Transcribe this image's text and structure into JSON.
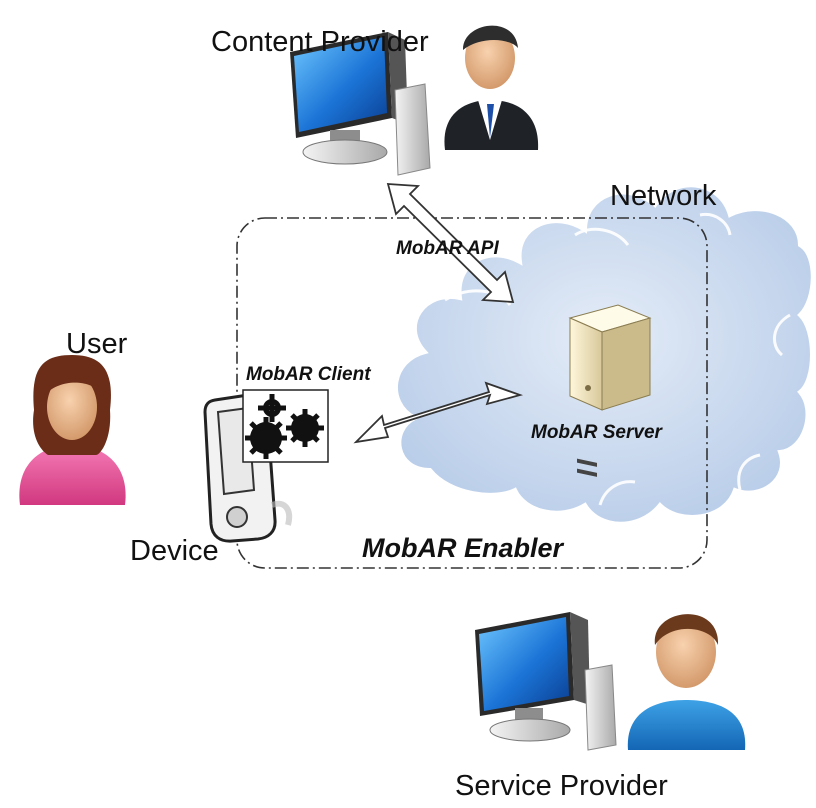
{
  "labels": {
    "content_provider": "Content Provider",
    "network": "Network",
    "api": "MobAR API",
    "user": "User",
    "client": "MobAR Client",
    "server": "MobAR Server",
    "device": "Device",
    "enabler": "MobAR Enabler",
    "service_provider": "Service Provider"
  },
  "icons": {
    "content_provider": "businessman-with-computer-icon",
    "server": "server-tower-icon",
    "user": "female-user-icon",
    "device": "pda-device-icon",
    "client": "gears-icon",
    "service_provider": "male-user-with-computer-icon"
  },
  "colors": {
    "cloud_fill": "#c9d8ee",
    "cloud_stroke": "#ffffff",
    "arrow_fill": "#ffffff",
    "arrow_stroke": "#333333",
    "boundary_stroke": "#333333"
  }
}
